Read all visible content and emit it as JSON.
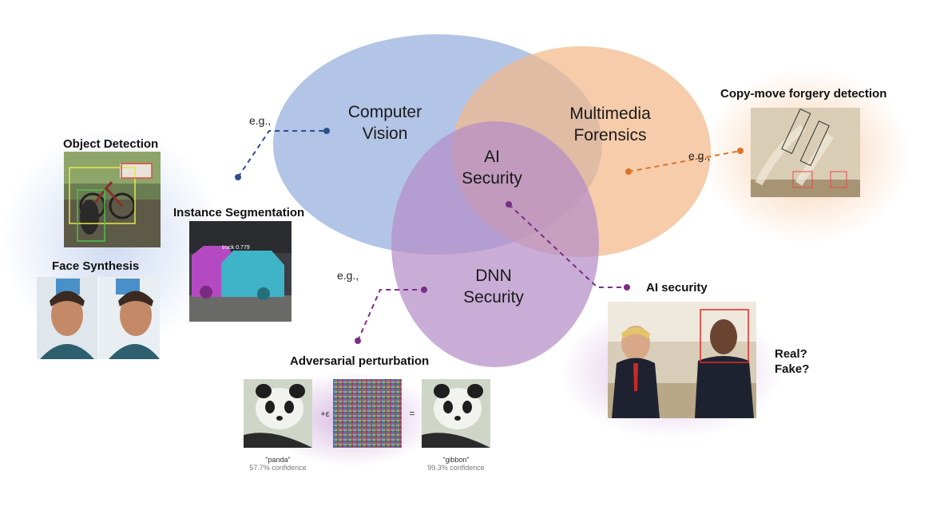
{
  "venn": {
    "computer_vision": "Computer\nVision",
    "multimedia_forensics": "Multimedia\nForensics",
    "dnn_security": "DNN\nSecurity",
    "center": "AI\nSecurity"
  },
  "examples": {
    "eg": "e.g.,",
    "object_detection": "Object Detection",
    "instance_segmentation": "Instance Segmentation",
    "face_synthesis": "Face Synthesis",
    "copy_move": "Copy-move forgery detection",
    "adversarial": "Adversarial perturbation",
    "ai_security": "AI security",
    "real_fake": "Real?\nFake?"
  },
  "adversarial": {
    "plus_eps": "+ε",
    "equals": "=",
    "left_label": "“panda”",
    "left_conf": "57.7% confidence",
    "right_label": "“gibbon”",
    "right_conf": "99.3% confidence"
  },
  "seg_tag": "truck 0.779",
  "colors": {
    "cv": "#9fb6e0",
    "mf": "#f3b98a",
    "dnn": "#b790cc",
    "blue_line": "#2e4f8f",
    "orange_line": "#d9752b",
    "purple_line": "#7a2e86"
  }
}
